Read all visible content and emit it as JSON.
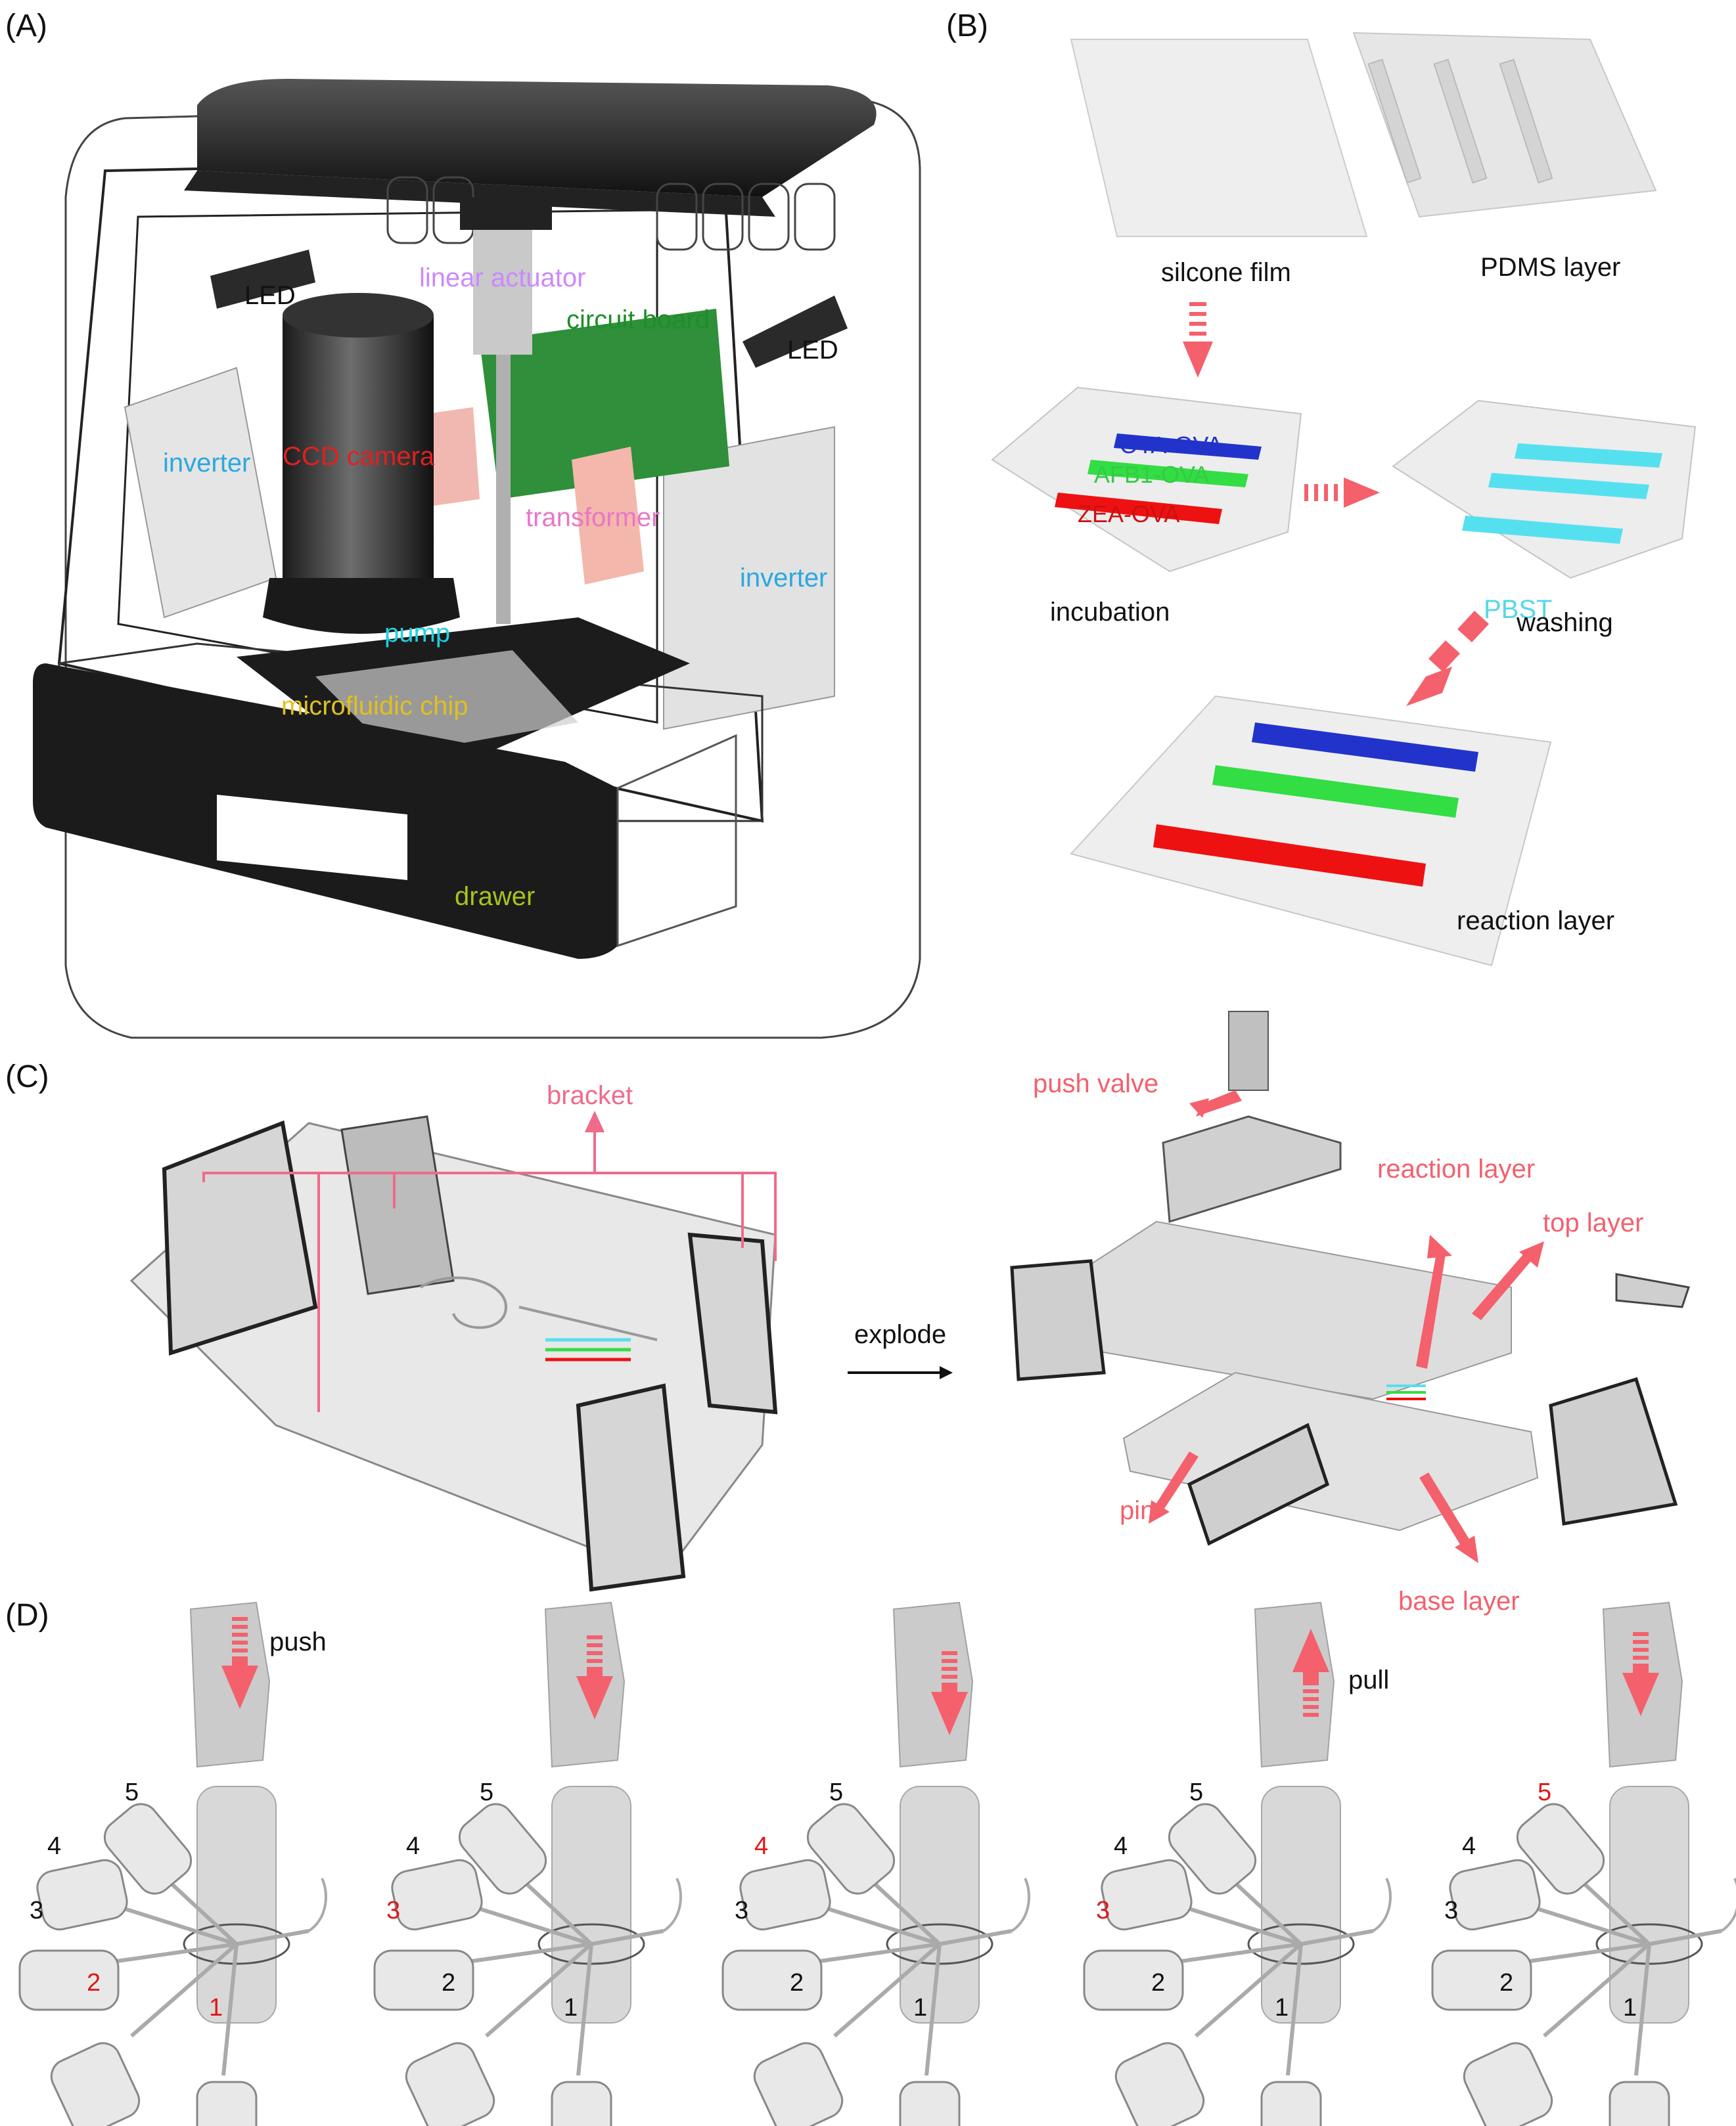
{
  "panels": {
    "a": "(A)",
    "b": "(B)",
    "c": "(C)",
    "d": "(D)"
  },
  "panelA": {
    "led_left": "LED",
    "led_right": "LED",
    "linear_actuator": "linear actuator",
    "circuit_board": "circuit board",
    "inverter_left": "inverter",
    "ccd_camera": "CCD camera",
    "transformer": "transformer",
    "inverter_right": "inverter",
    "pump": "pump",
    "microfluidic_chip": "microfluidic chip",
    "drawer": "drawer"
  },
  "panelB": {
    "silicone_film": "silcone film",
    "pdms_layer": "PDMS layer",
    "ota_ova": "OTA-OVA",
    "afb1_ova": "AFB1-OVA",
    "zea_ova": "ZEA-OVA",
    "incubation": "incubation",
    "pbst": "PBST",
    "washing": "washing",
    "reaction_layer": "reaction layer"
  },
  "panelC": {
    "bracket": "bracket",
    "explode": "explode",
    "push_valve": "push valve",
    "reaction_layer": "reaction layer",
    "top_layer": "top layer",
    "pin": "pin",
    "base_layer": "base layer"
  },
  "panelD": {
    "push": "push",
    "pull": "pull",
    "steps": [
      {
        "numbers": [
          "5",
          "4",
          "3",
          "2",
          "1"
        ],
        "active": [
          "2",
          "1"
        ]
      },
      {
        "numbers": [
          "5",
          "4",
          "3",
          "2",
          "1"
        ],
        "active": [
          "3"
        ]
      },
      {
        "numbers": [
          "5",
          "4",
          "3",
          "2",
          "1"
        ],
        "active": [
          "4"
        ]
      },
      {
        "numbers": [
          "5",
          "4",
          "3",
          "2",
          "1"
        ],
        "active": [
          "3"
        ]
      },
      {
        "numbers": [
          "5",
          "4",
          "3",
          "2",
          "1"
        ],
        "active": [
          "5"
        ]
      }
    ]
  },
  "colors": {
    "arrow": "#f4606c",
    "blue_strip": "#2233cc",
    "green_strip": "#33dd44",
    "red_strip": "#ee1111",
    "cyan_strip": "#55e0f0"
  }
}
